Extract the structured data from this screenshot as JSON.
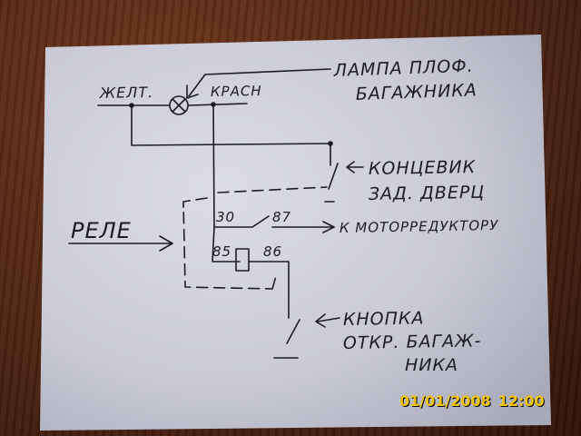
{
  "diagram": {
    "labels": {
      "yellow_wire": "ЖЕЛТ.",
      "red_wire": "КРАСН",
      "lamp_line1": "ЛАМПА ПЛОФ.",
      "lamp_line2": "БАГАЖНИКА",
      "limit_switch_line1": "КОНЦЕВИК",
      "limit_switch_line2": "ЗАД. ДВЕРЦ",
      "relay": "РЕЛЕ",
      "pin_30": "30",
      "pin_87": "87",
      "pin_85": "85",
      "pin_86": "86",
      "motor": "К МОТОРРЕДУКТОРУ",
      "button_line1": "КНОПКА",
      "button_line2": "ОТКР. БАГАЖ-",
      "button_line3": "НИКА"
    }
  },
  "overlay": {
    "date": "01/01/2008",
    "time": "12:00",
    "color": "#f2c400"
  }
}
